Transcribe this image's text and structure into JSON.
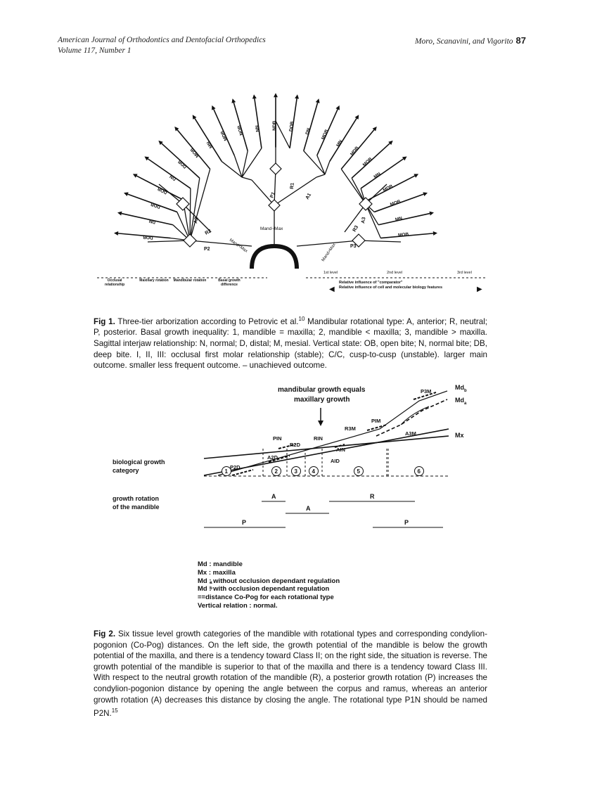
{
  "header": {
    "journal_line1": "American Journal of Orthodontics and Dentofacial Orthopedics",
    "journal_line2": "Volume 117, Number 1",
    "authors": "Moro, Scanavini, and Vigorito",
    "page_number": "87"
  },
  "fig1": {
    "labels": {
      "center": "Mand~Max",
      "p1": "P1",
      "r1": "R1",
      "a1": "A1",
      "p2": "P2",
      "r2": "R2",
      "a2": "A2",
      "p3": "P3",
      "r3": "R3",
      "a3": "A3",
      "mand_lt_max": "Mand<Max",
      "mand_gt_max": "Mand>Max",
      "level1": "1st level",
      "level2": "2nd level",
      "level3": "3rd level",
      "occlusal": "Occlusal relationship",
      "maxillary": "Maxillary rotation",
      "mandibular": "Mandibular rotation",
      "basal": "Basal growth difference",
      "relative": "Relative influence of \"comparator\"",
      "relative2": "Relative influence of cell and molecular biology features"
    },
    "branch_tags": [
      "DOB",
      "DN",
      "DDB",
      "DOB",
      "DN",
      "DDB",
      "MOB",
      "MN",
      "MDB",
      "NOB",
      "NN",
      "NDB",
      "DOB",
      "DN",
      "MOB",
      "MN",
      "MDB",
      "MOB",
      "MN",
      "MDB",
      "MOB",
      "MN",
      "MOB"
    ],
    "caption_label": "Fig 1.",
    "caption_sup": "10",
    "caption_before": " Three-tier arborization according to Petrovic et al.",
    "caption_after": " Mandibular rotational type: A, anterior; R, neutral; P, posterior. Basal growth inequality: 1, mandible = maxilla; 2, mandible < maxilla; 3, mandible > maxilla. Sagittal interjaw relationship: N, normal; D, distal; M, mesial. Vertical state: OB, open bite; N, normal bite; DB, deep bite. I, II, III: occlusal first molar relationship (stable); C/C, cusp-to-cusp (unstable). larger main outcome. smaller less frequent outcome. – unachieved outcome."
  },
  "fig2": {
    "title_line1": "mandibular growth equals",
    "title_line2": "maxillary growth",
    "line_labels": {
      "mdb": "Md",
      "mdb_sub": "b",
      "mda": "Md",
      "mda_sub": "a",
      "mx": "Mx"
    },
    "point_labels": [
      "P3M",
      "PIM",
      "R3M",
      "A3M",
      "PIN",
      "RIN",
      "R2D",
      "AIN",
      "A2D",
      "AID",
      "P2D"
    ],
    "categories": [
      "1",
      "2",
      "3",
      "4",
      "5",
      "6"
    ],
    "row_labels": {
      "bio1": "biological growth",
      "bio2": "category",
      "rot1": "growth rotation",
      "rot2": "of the mandible"
    },
    "rotation_marks": [
      "A",
      "R",
      "A",
      "P",
      "P"
    ],
    "legend": [
      "Md  : mandible",
      "Mx  : maxilla",
      "Md  : without occlusion dependant regulation",
      "Md  : with occlusion dependant regulation",
      "==distance Co-Pog for each rotational type",
      "Vertical relation  :  normal."
    ],
    "legend_subs": [
      "a",
      "b"
    ],
    "caption_label": "Fig 2.",
    "caption_sup": "15",
    "caption_text": " Six tissue level growth categories of the mandible with rotational types and corresponding condylion-pogonion (Co-Pog) distances. On the left side, the growth potential of the mandible is below the growth potential of the maxilla, and there is a tendency toward Class II; on the right side, the situation is reverse. The growth potential of the mandible is superior to that of the maxilla and there is a tendency toward Class III. With respect to the neutral growth rotation of the mandible (R), a posterior growth rotation (P) increases the condylion-pogonion distance by opening the angle between the corpus and ramus, whereas an anterior growth rotation (A) decreases this distance by closing the angle. The rotational type P1N should be named P2N."
  }
}
